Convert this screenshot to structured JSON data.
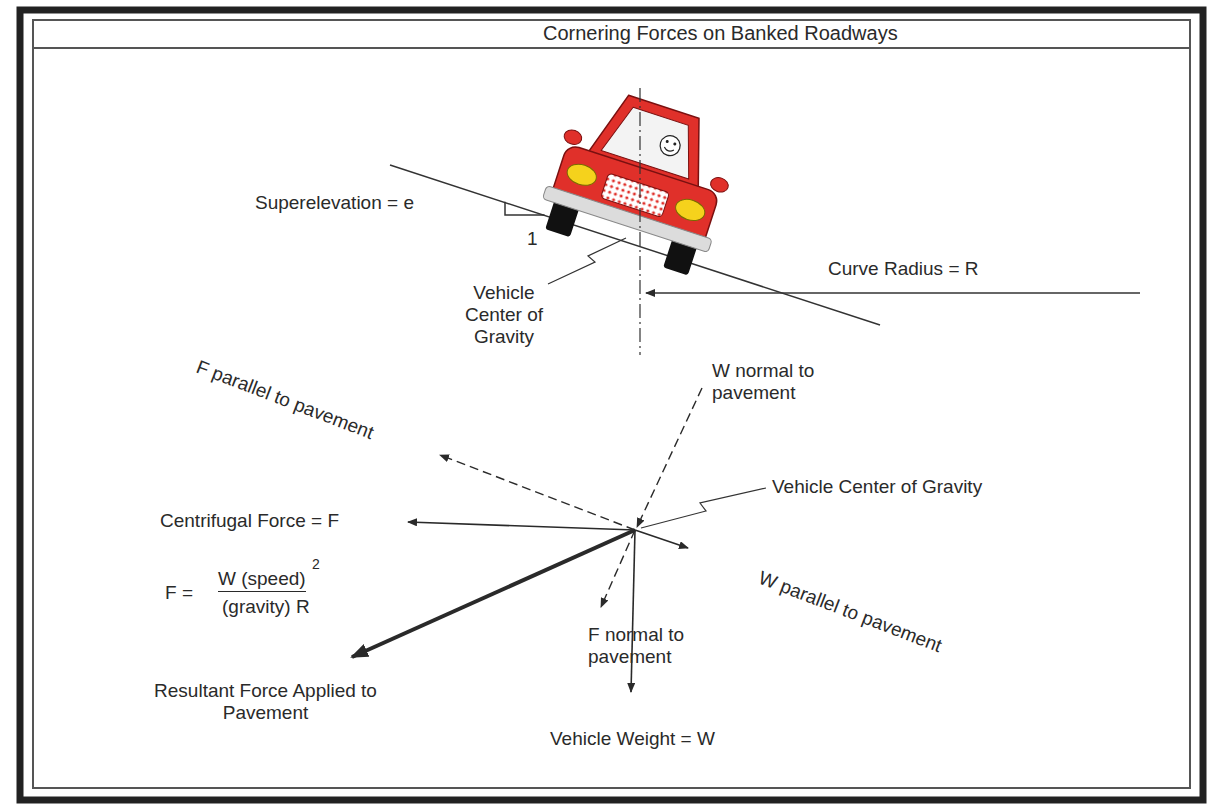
{
  "diagram": {
    "title": "Cornering Forces on Banked Roadways",
    "labels": [
      "Superelevation = e",
      "1",
      "Vehicle Center of Gravity",
      "Curve Radius = R",
      "F parallel to pavement",
      "W normal to pavement",
      "Vehicle Center of Gravity",
      "Centrifugal Force = F",
      "F =",
      "W (speed)",
      "2",
      "(gravity) R",
      "W parallel to pavement",
      "F normal to pavement",
      "Resultant Force Applied to Pavement",
      "Vehicle Weight = W"
    ]
  }
}
